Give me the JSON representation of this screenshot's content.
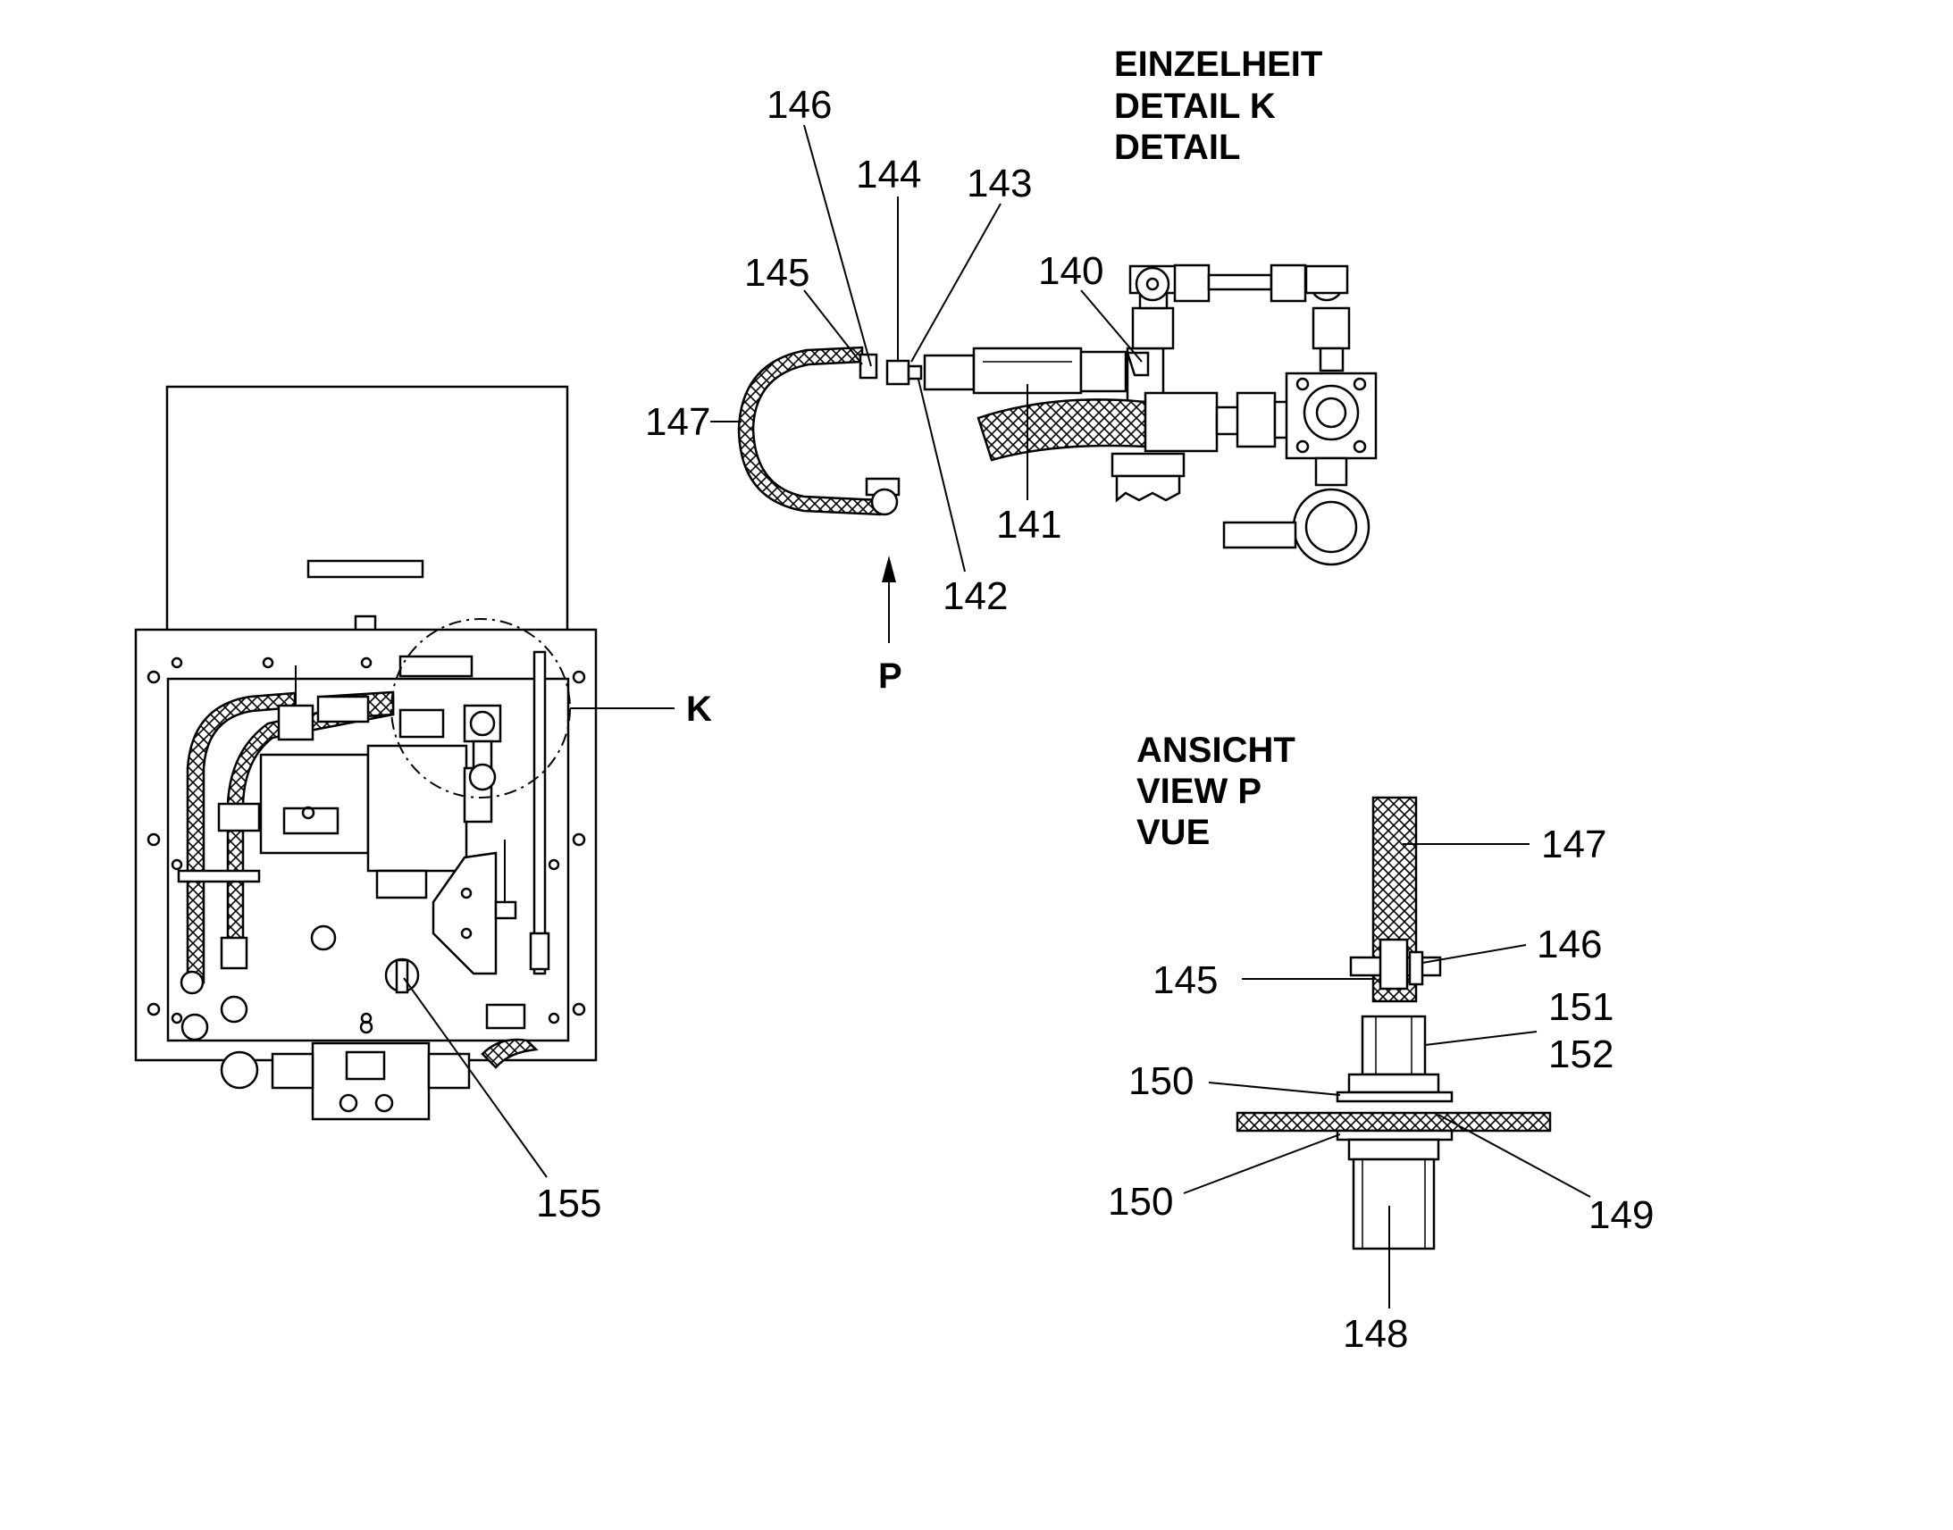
{
  "detail_k": {
    "heading": [
      "EINZELHEIT",
      "DETAIL K",
      "DETAIL"
    ],
    "callouts": [
      "146",
      "144",
      "143",
      "145",
      "140",
      "147",
      "141",
      "142"
    ],
    "view_arrow_label": "P"
  },
  "view_p": {
    "heading": [
      "ANSICHT",
      "VIEW P",
      "VUE"
    ],
    "callouts": [
      "147",
      "146",
      "145",
      "151",
      "152",
      "150",
      "150",
      "149",
      "148"
    ]
  },
  "overview": {
    "detail_marker_label": "K",
    "callouts": [
      "155"
    ]
  }
}
